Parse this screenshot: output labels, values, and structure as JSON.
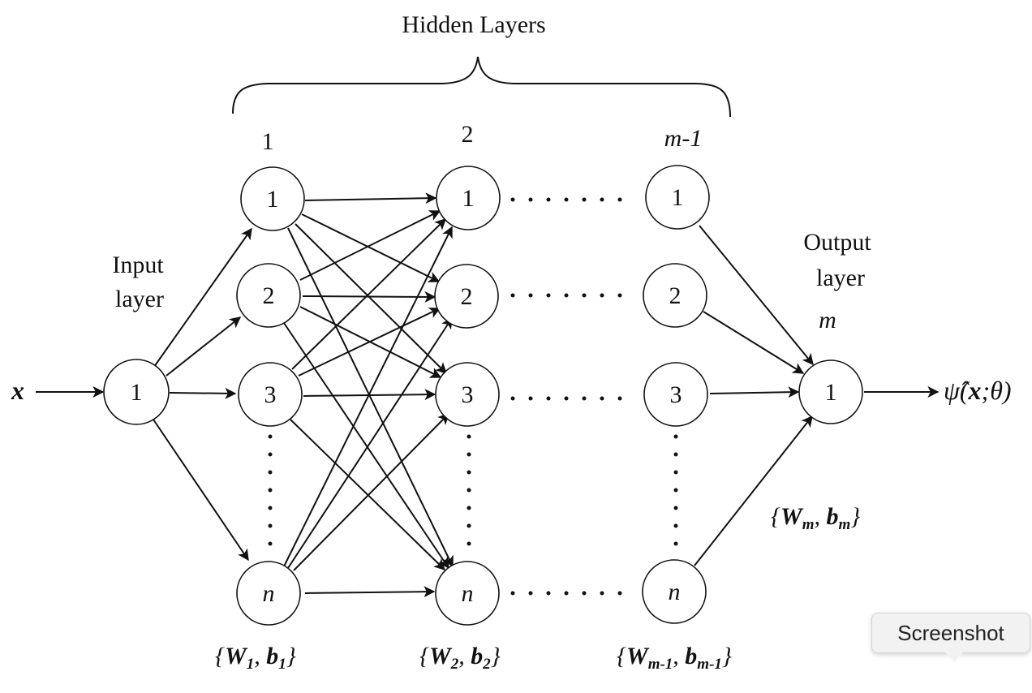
{
  "title": "Hidden Layers",
  "input_var": "x",
  "layers": {
    "input": {
      "label_line1": "Input",
      "label_line2": "layer",
      "node": "1"
    },
    "hidden": [
      {
        "header": "1",
        "nodes": [
          "1",
          "2",
          "3",
          "n"
        ],
        "params": {
          "W": "W",
          "W_sub": "1",
          "b": "b",
          "b_sub": "1"
        }
      },
      {
        "header": "2",
        "nodes": [
          "1",
          "2",
          "3",
          "n"
        ],
        "params": {
          "W": "W",
          "W_sub": "2",
          "b": "b",
          "b_sub": "2"
        }
      },
      {
        "header": "m-1",
        "nodes": [
          "1",
          "2",
          "3",
          "n"
        ],
        "params": {
          "W": "W",
          "W_sub": "m-1",
          "b": "b",
          "b_sub": "m-1"
        }
      }
    ],
    "output": {
      "label_line1": "Output",
      "label_line2": "layer",
      "index": "m",
      "node": "1",
      "params": {
        "W": "W",
        "W_sub": "m",
        "b": "b",
        "b_sub": "m"
      }
    }
  },
  "output_expr": {
    "psi": "ψ̂",
    "open": "(",
    "x": "x",
    "rest": ";θ)"
  },
  "tooltip": "Screenshot"
}
